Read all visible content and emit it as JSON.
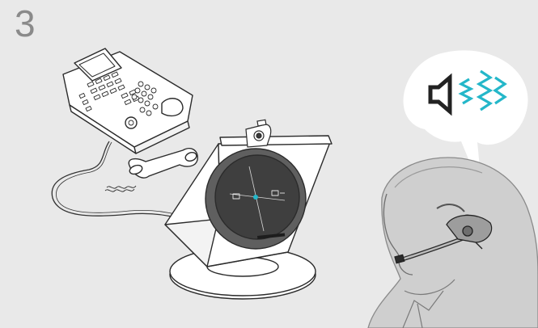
{
  "illustration": {
    "step_number": "3",
    "background_color": "#e9e9e9",
    "accent_color": "#24b7c9",
    "objects": [
      "desk-phone",
      "handset",
      "coiled-cord",
      "base-station",
      "headset-cradle",
      "base-plate",
      "person-wearing-headset",
      "speech-bubble",
      "speaker-icon",
      "sound-wave-icon"
    ]
  }
}
